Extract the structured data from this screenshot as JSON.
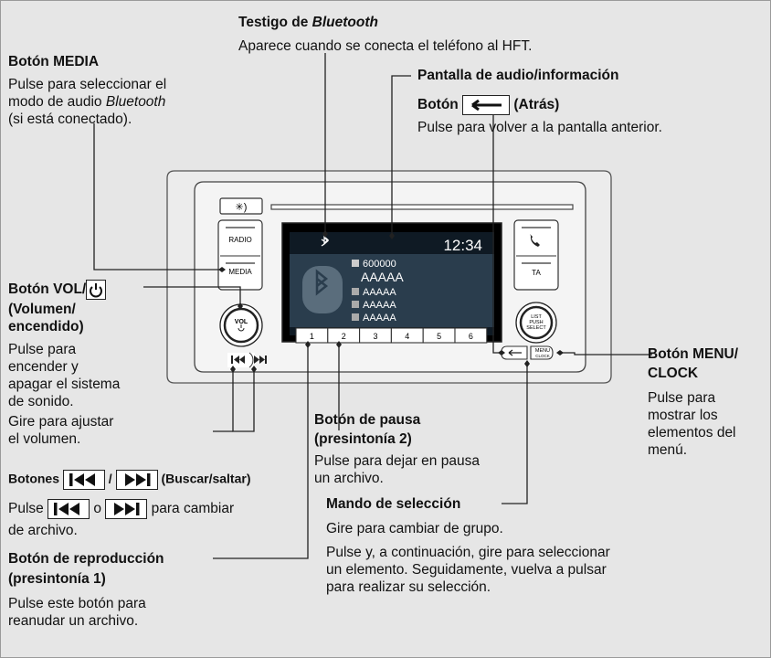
{
  "bluetooth_indicator": {
    "title_prefix": "Testigo de ",
    "title_italic": "Bluetooth",
    "desc": "Aparece cuando se conecta el teléfono al HFT."
  },
  "media_button": {
    "title": "Botón MEDIA",
    "desc_line1": "Pulse para seleccionar el",
    "desc_line2_prefix": "modo de audio ",
    "desc_line2_italic": "Bluetooth",
    "desc_line3": "(si está conectado)."
  },
  "audio_display": {
    "title": "Pantalla de audio/información"
  },
  "back_button": {
    "title_prefix": "Botón ",
    "title_suffix": "(Atrás)",
    "icon": "back-arrow-icon",
    "desc": "Pulse para volver a la pantalla anterior."
  },
  "vol_button": {
    "title_prefix": "Botón VOL/",
    "icon": "power-icon",
    "title_line2": "(Volumen/",
    "title_line3": "encendido)",
    "desc": [
      "Pulse para",
      "encender y",
      "apagar el sistema",
      "de sonido.",
      "Gire para ajustar",
      "el volumen."
    ]
  },
  "seek_buttons": {
    "title_prefix": "Botones",
    "title_sep": "/",
    "title_suffix": "(Buscar/saltar)",
    "icons": [
      "skip-back-icon",
      "skip-forward-icon"
    ],
    "desc_pulse": "Pulse",
    "desc_o": "o",
    "desc_rest": "para cambiar",
    "desc_line2": "de archivo."
  },
  "play_button": {
    "title_line1": "Botón de reproducción",
    "title_line2": "(presintonía 1)",
    "desc_line1": "Pulse este botón para",
    "desc_line2": "reanudar un archivo."
  },
  "pause_button": {
    "title_line1": "Botón de pausa",
    "title_line2": "(presintonía 2)",
    "desc_line1": "Pulse para dejar en pausa",
    "desc_line2": "un archivo."
  },
  "select_knob": {
    "title": "Mando de selección",
    "desc": [
      "Gire para cambiar de grupo.",
      "Pulse y, a continuación, gire para seleccionar",
      "un elemento. Seguidamente, vuelva a pulsar",
      "para realizar su selección."
    ]
  },
  "menu_button": {
    "title_line1": "Botón MENU/",
    "title_line2": "CLOCK",
    "desc": [
      "Pulse para",
      "mostrar los",
      "elementos del",
      "menú."
    ]
  },
  "unit": {
    "brightness_label": "✳︎)",
    "radio_label": "RADIO",
    "media_label": "MEDIA",
    "ta_label": "TA",
    "phone_icon": "phone-icon",
    "vol_label": "VOL",
    "knob_label_1": "LIST",
    "knob_label_2": "PUSH",
    "knob_label_3": "SELECT",
    "menu_label_1": "MENU",
    "menu_label_2": "CLOCK",
    "presets": [
      "1",
      "2",
      "3",
      "4",
      "5",
      "6"
    ],
    "screen": {
      "clock": "12:34",
      "track_number": "600000",
      "title": "AAAAA",
      "rows": [
        "AAAAA",
        "AAAAA",
        "AAAAA"
      ]
    }
  }
}
